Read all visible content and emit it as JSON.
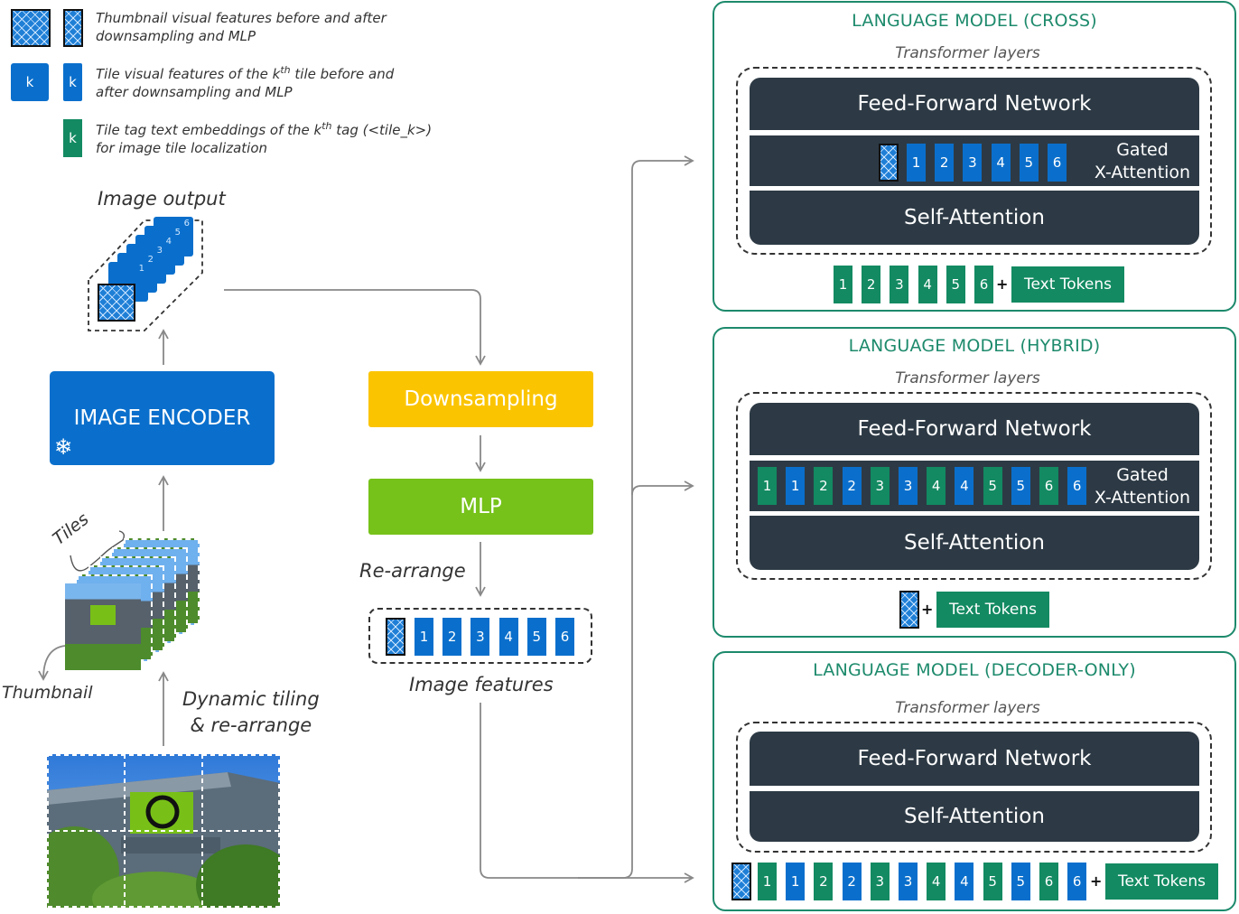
{
  "legend": {
    "thumbnail_line1": "Thumbnail visual features before and after",
    "thumbnail_line2": "downsampling and MLP",
    "tile_k": "k",
    "tile_line1_pre": "Tile visual features of the k",
    "tile_line1_sup": "th",
    "tile_line1_post": " tile before and",
    "tile_line2": "after downsampling and MLP",
    "tag_k": "k",
    "tag_line1_pre": "Tile tag text embeddings of the k",
    "tag_line1_sup": "th",
    "tag_line1_post": " tag (<tile_k>)",
    "tag_line2": "for image tile localization"
  },
  "left": {
    "image_output": "Image output",
    "encoder": "IMAGE ENCODER",
    "tiles": "Tiles",
    "thumbnail": "Thumbnail",
    "tiling_line1": "Dynamic tiling",
    "tiling_line2": "& re-arrange",
    "output_stack_numbers": [
      "1",
      "2",
      "3",
      "4",
      "5",
      "6"
    ]
  },
  "middle": {
    "downsampling": "Downsampling",
    "mlp": "MLP",
    "rearrange": "Re-arrange",
    "image_features": "Image features",
    "feature_tiles": [
      "1",
      "2",
      "3",
      "4",
      "5",
      "6"
    ]
  },
  "lm_cross": {
    "title": "LANGUAGE MODEL (CROSS)",
    "layers": "Transformer layers",
    "ffn": "Feed-Forward Network",
    "gated_1": "Gated",
    "gated_2": "X-Attention",
    "self_attention": "Self-Attention",
    "xattn_tiles": [
      "1",
      "2",
      "3",
      "4",
      "5",
      "6"
    ],
    "input_tags": [
      "1",
      "2",
      "3",
      "4",
      "5",
      "6"
    ],
    "plus": "+",
    "text_tokens": "Text Tokens"
  },
  "lm_hybrid": {
    "title": "LANGUAGE MODEL (HYBRID)",
    "layers": "Transformer layers",
    "ffn": "Feed-Forward Network",
    "gated_1": "Gated",
    "gated_2": "X-Attention",
    "self_attention": "Self-Attention",
    "xattn_tokens": [
      "1",
      "1",
      "2",
      "2",
      "3",
      "3",
      "4",
      "4",
      "5",
      "5",
      "6",
      "6"
    ],
    "plus": "+",
    "text_tokens": "Text Tokens"
  },
  "lm_decoder": {
    "title": "LANGUAGE MODEL (DECODER-ONLY)",
    "layers": "Transformer layers",
    "ffn": "Feed-Forward Network",
    "self_attention": "Self-Attention",
    "input_tokens": [
      "1",
      "1",
      "2",
      "2",
      "3",
      "3",
      "4",
      "4",
      "5",
      "5",
      "6",
      "6"
    ],
    "plus": "+",
    "text_tokens": "Text Tokens"
  },
  "colors": {
    "blue": "#0a6fcc",
    "green": "#138a62",
    "dark": "#2d3a45",
    "yellow": "#fbc400",
    "lime": "#76c21a",
    "frame": "#1d8a6c"
  }
}
